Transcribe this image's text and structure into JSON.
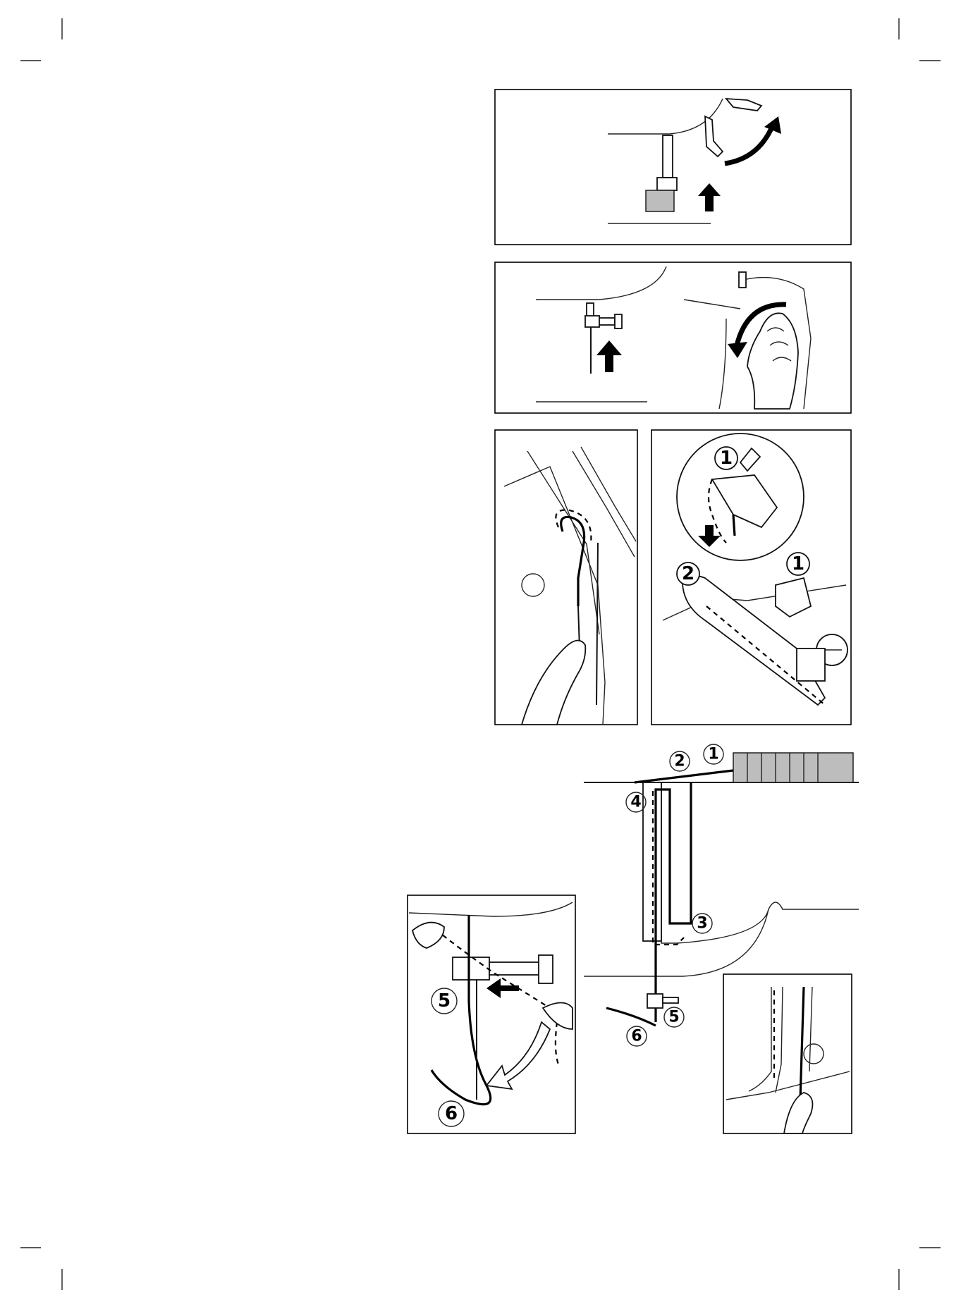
{
  "step_labels": {
    "p3_circle_1": "1",
    "p3_circle_2": "2",
    "p3_circle_1b": "1",
    "p4_1": "1",
    "p4_2": "2",
    "p4_3": "3",
    "p4_4": "4",
    "p4_5": "5",
    "p4_6": "6",
    "p5_5": "5",
    "p5_6": "6"
  },
  "icons": {
    "up_arrow": "up-arrow-icon",
    "curved_arrow": "curved-arrow-icon",
    "push_arrow": "push-arrow-icon"
  },
  "colors": {
    "line": "#000000",
    "background": "#ffffff"
  }
}
